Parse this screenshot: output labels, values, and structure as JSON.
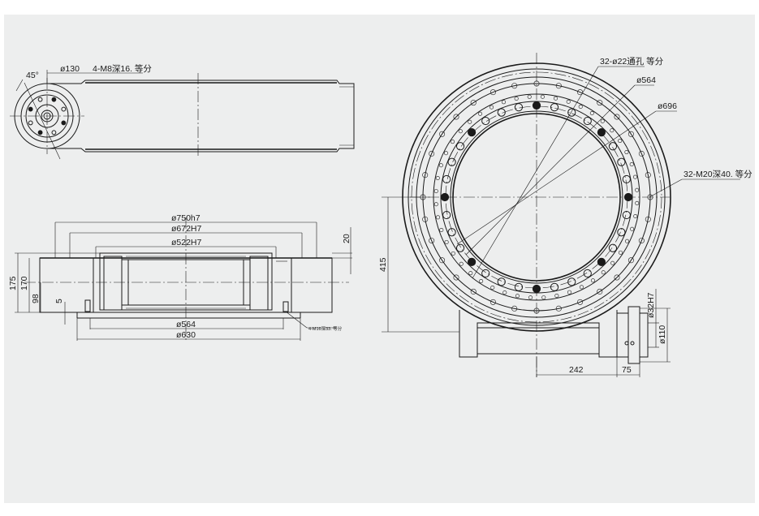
{
  "drawing": {
    "top_view": {
      "angle_label": "45°",
      "bolt_circle_label": "ø130",
      "thread_note": "4-M8深16.  等分"
    },
    "front_view": {
      "dims_top": [
        "ø750h7",
        "ø672H7",
        "ø522H7"
      ],
      "dims_bottom": [
        "ø564",
        "ø630"
      ],
      "dims_left": [
        "175",
        "170",
        "98",
        "5"
      ],
      "dim_right": "20",
      "thread_note": "4-M16深33.  等分"
    },
    "main_view": {
      "callouts": [
        "32-ø22通孔  等分",
        "ø564",
        "ø696",
        "32-M20深40.  等分"
      ],
      "dims": [
        "415",
        "ø32H7",
        "ø110",
        "242",
        "75"
      ]
    }
  }
}
